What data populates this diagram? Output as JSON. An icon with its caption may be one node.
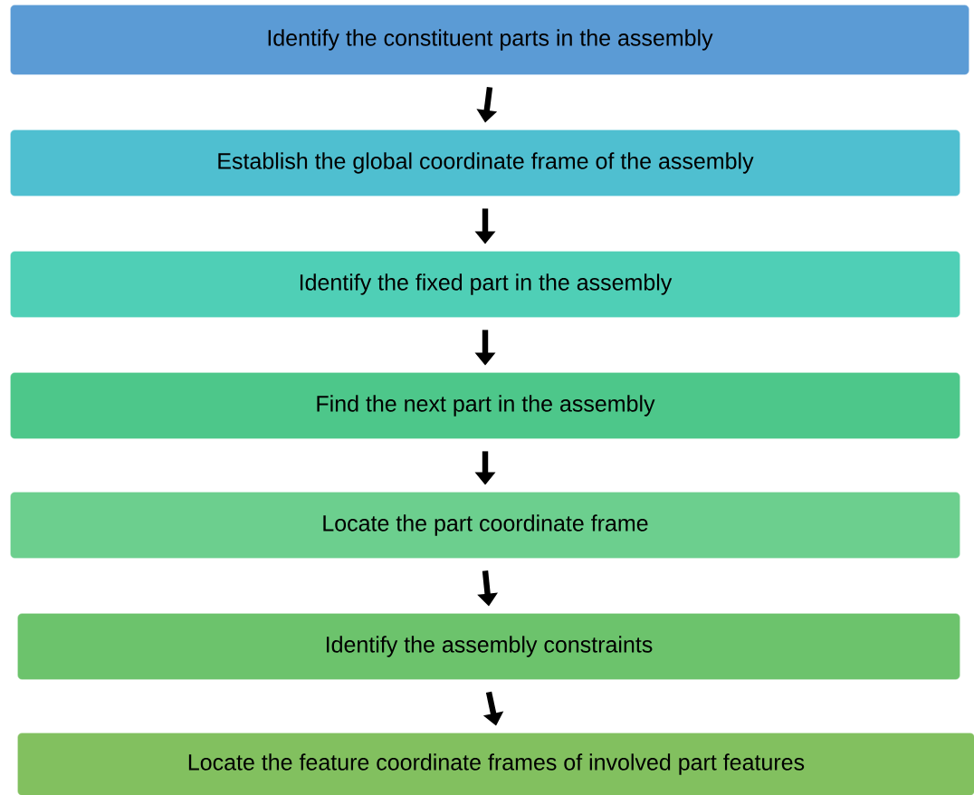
{
  "diagram": {
    "nodes": [
      {
        "text": [
          "Identify the constituent parts in the assembly"
        ]
      },
      {
        "text": [
          "Establish the global coordinate frame of the assembly"
        ]
      },
      {
        "text": [
          "Identify the fixed part in the assembly"
        ]
      },
      {
        "text": [
          "Find the next part in the assembly"
        ]
      },
      {
        "text": [
          "Locate the part coordinate frame"
        ]
      },
      {
        "text": [
          "Identify the assembly constraints"
        ]
      },
      {
        "text": [
          "Locate the feature coordinate frames of involved part features"
        ]
      }
    ],
    "edges": [
      {
        "from": 0,
        "to": 1,
        "arrow": "to"
      },
      {
        "from": 1,
        "to": 2,
        "arrow": "to"
      },
      {
        "from": 2,
        "to": 3,
        "arrow": "to"
      },
      {
        "from": 3,
        "to": 4,
        "arrow": "to"
      },
      {
        "from": 4,
        "to": 5,
        "arrow": "to"
      },
      {
        "from": 5,
        "to": 6,
        "arrow": "to"
      }
    ]
  }
}
